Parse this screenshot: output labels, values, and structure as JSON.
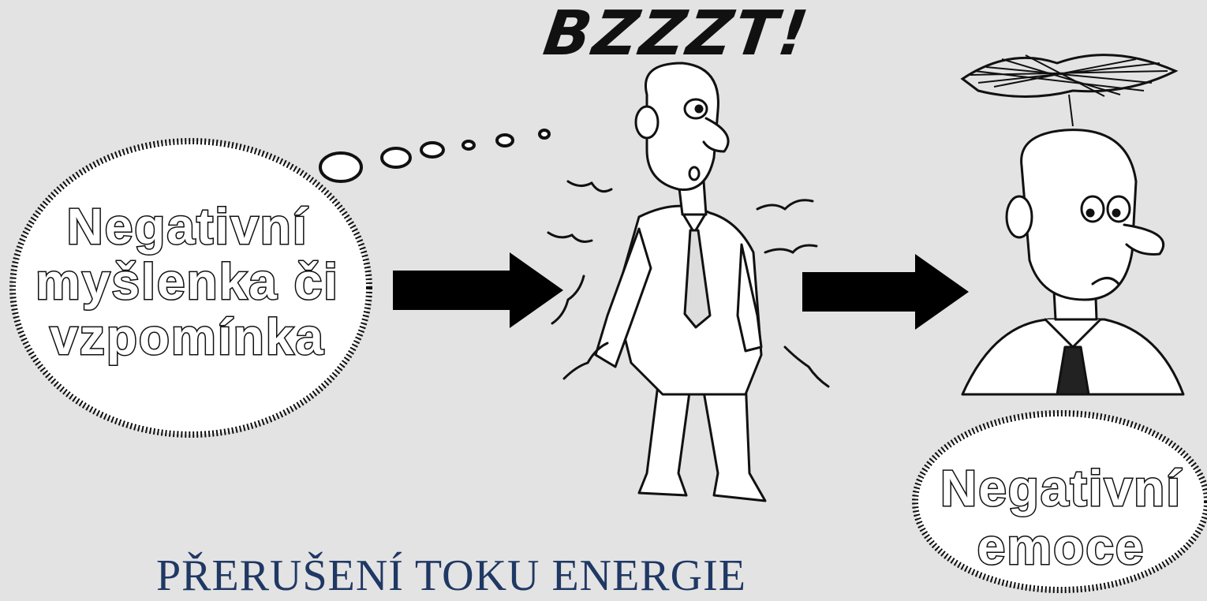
{
  "sound_effect": "BZZZT!",
  "thought_bubble": {
    "lines": [
      "Negativní",
      "myšlenka či",
      "vzpomínka"
    ]
  },
  "emotion_bubble": {
    "lines": [
      "Negativní",
      "emoce"
    ]
  },
  "caption": "PŘERUŠENÍ TOKU ENERGIE",
  "colors": {
    "background": "#e3e3e3",
    "caption": "#1f3864",
    "ink": "#111111"
  }
}
